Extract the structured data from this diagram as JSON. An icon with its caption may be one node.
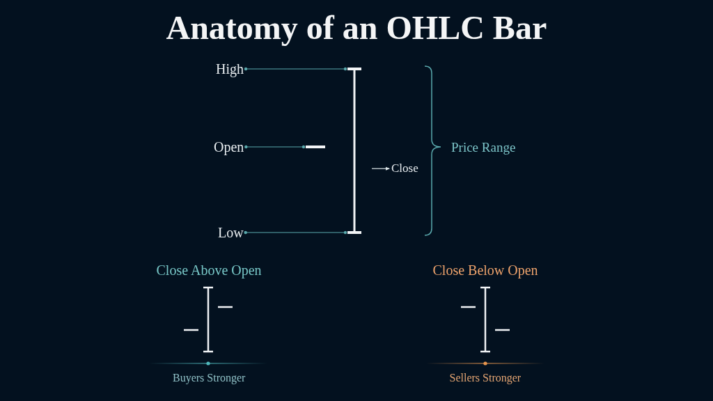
{
  "diagram": {
    "title": "Anatomy of an OHLC Bar",
    "nodes": [
      {
        "text": [
          "High"
        ]
      },
      {
        "text": [
          "Open"
        ]
      },
      {
        "text": [
          "Low"
        ]
      },
      {
        "text": [
          "Close"
        ]
      },
      {
        "text": [],
        "shape": "bar"
      },
      {
        "text": [],
        "shape": "bar"
      }
    ],
    "edges": [
      {
        "from": 0,
        "to": 5,
        "arrow": "other"
      },
      {
        "from": 1,
        "to": 4,
        "arrow": "other"
      },
      {
        "from": 2,
        "to": 5,
        "arrow": "other"
      },
      {
        "from": null,
        "to": 3,
        "arrow": "to",
        "color": "#dde6ea"
      }
    ],
    "labels": [
      "Price Range",
      "Close Above Open",
      "Close Below Open",
      "Buyers Stronger",
      "Sellers Stronger"
    ]
  }
}
